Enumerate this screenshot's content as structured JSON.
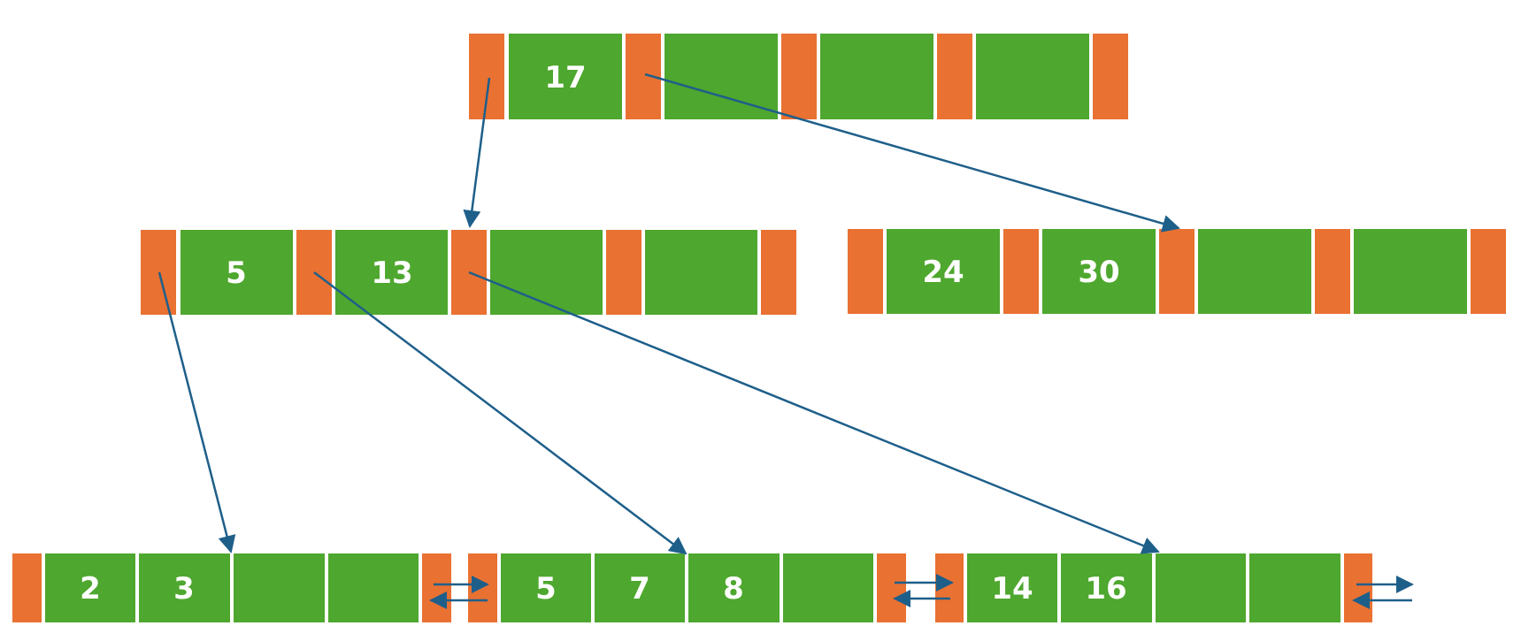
{
  "colors": {
    "pointer": "#E97132",
    "key": "#4EA72E",
    "arrow": "#1E5F8A",
    "text": "#FFFFFF"
  },
  "tree": {
    "root": {
      "keys": [
        "17",
        "",
        "",
        ""
      ]
    },
    "internal_left": {
      "keys": [
        "5",
        "13",
        "",
        ""
      ]
    },
    "internal_right": {
      "keys": [
        "24",
        "30",
        "",
        ""
      ]
    },
    "leaf_1": {
      "keys": [
        "2",
        "3",
        "",
        ""
      ]
    },
    "leaf_2": {
      "keys": [
        "5",
        "7",
        "8",
        ""
      ]
    },
    "leaf_3": {
      "keys": [
        "14",
        "16",
        "",
        ""
      ]
    }
  }
}
